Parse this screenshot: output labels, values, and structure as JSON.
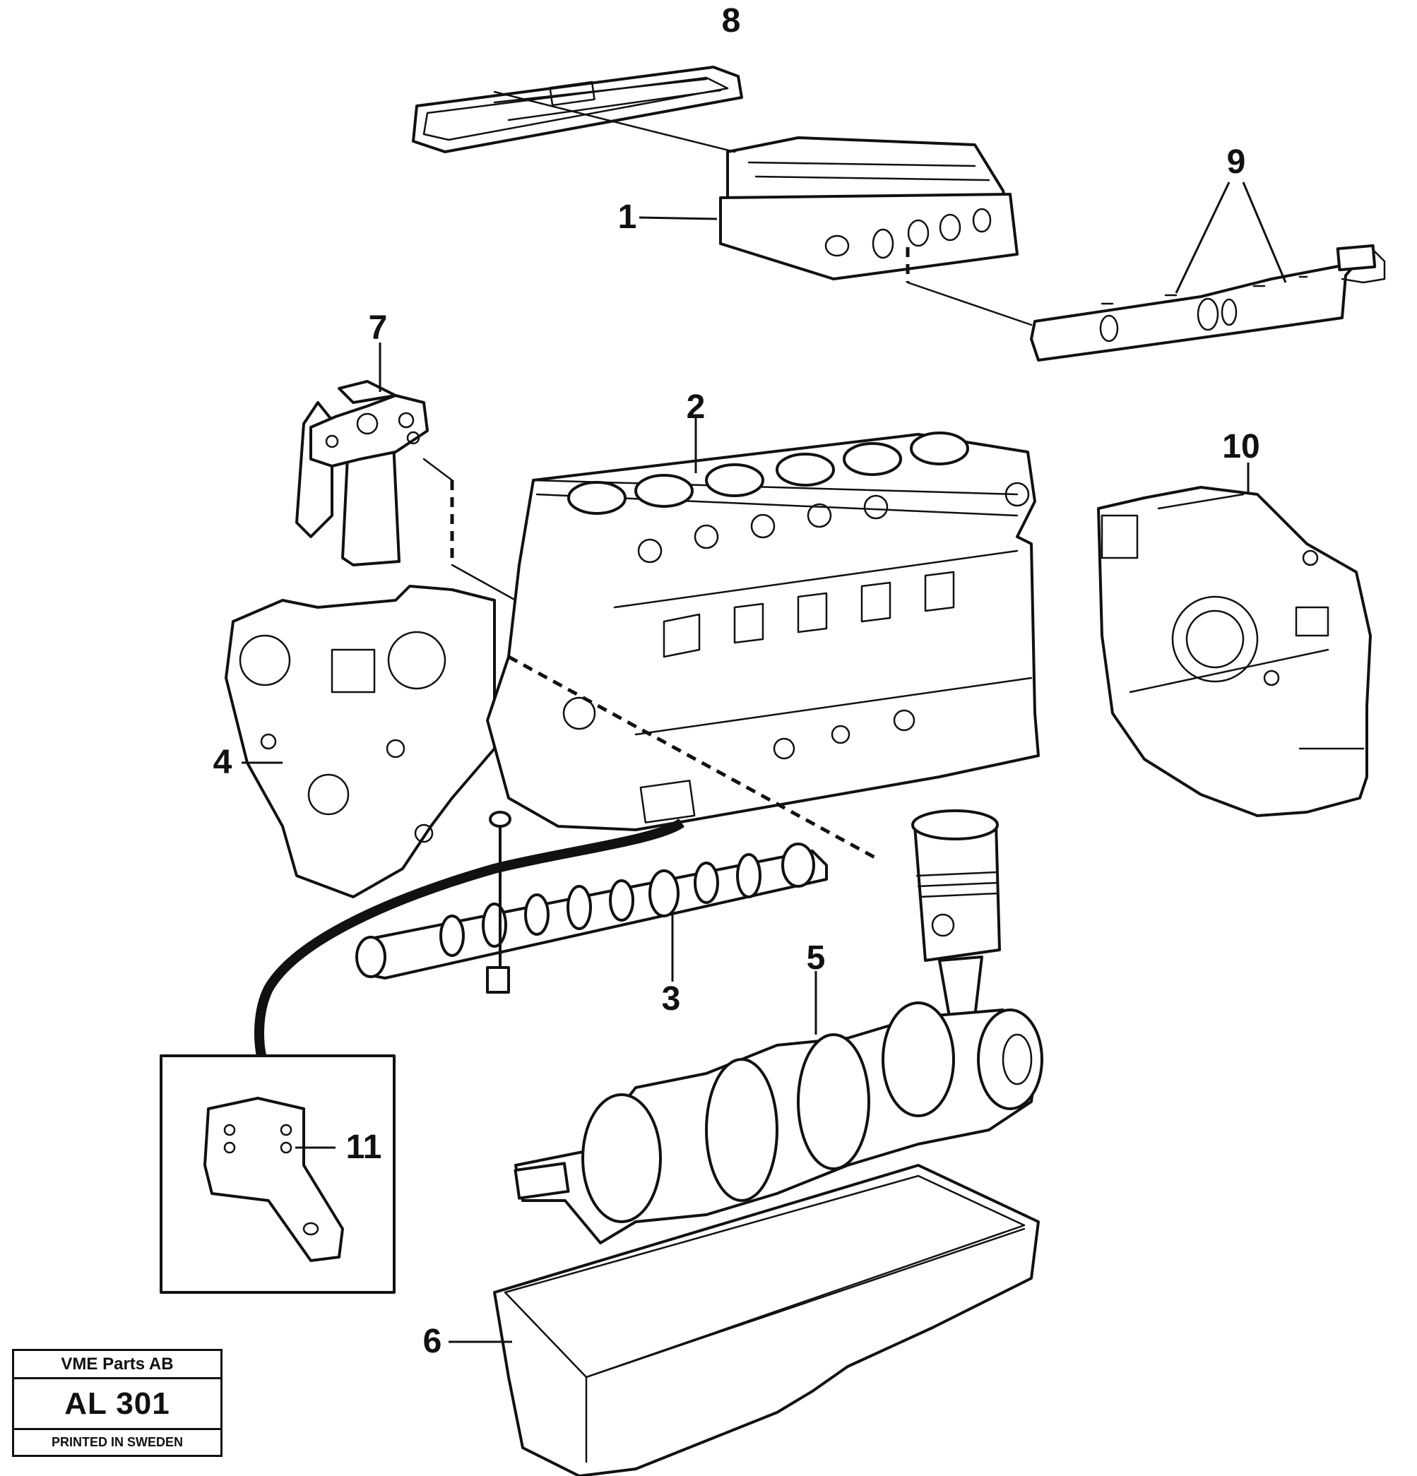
{
  "diagram": {
    "labels": [
      {
        "id": "head",
        "text": "1"
      },
      {
        "id": "block",
        "text": "2"
      },
      {
        "id": "camshaft",
        "text": "3"
      },
      {
        "id": "timing-cover",
        "text": "4"
      },
      {
        "id": "crankshaft",
        "text": "5"
      },
      {
        "id": "oil-pan",
        "text": "6"
      },
      {
        "id": "oil-filter",
        "text": "7"
      },
      {
        "id": "valve-cover-gasket",
        "text": "8"
      },
      {
        "id": "exhaust-manifold",
        "text": "9"
      },
      {
        "id": "flywheel-housing",
        "text": "10"
      },
      {
        "id": "bracket",
        "text": "11"
      }
    ]
  },
  "title_block": {
    "company": "VME Parts AB",
    "code": "AL 301",
    "printed": "PRINTED IN SWEDEN"
  }
}
